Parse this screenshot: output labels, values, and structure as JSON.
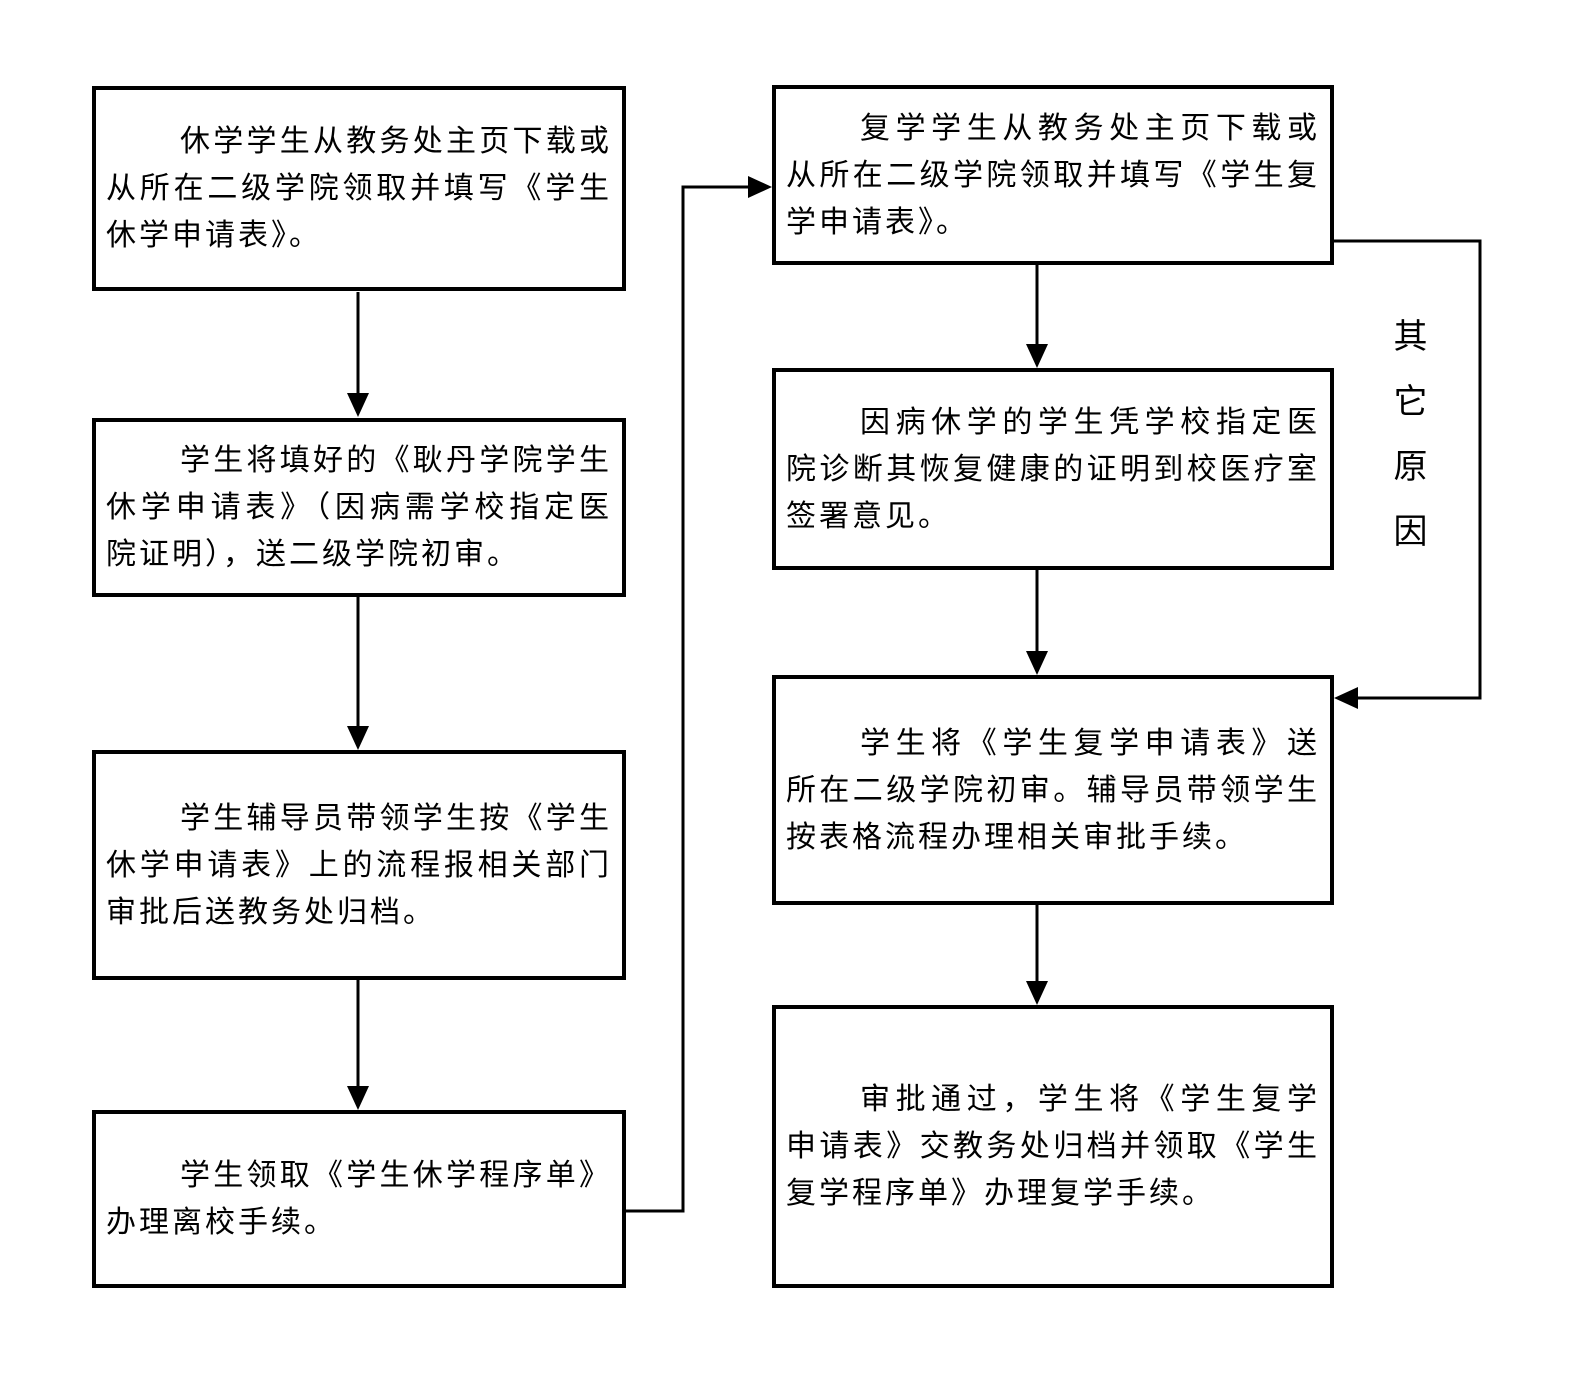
{
  "diagram": {
    "colors": {
      "ink": "#000000",
      "paper": "#ffffff"
    },
    "side_label": "其它原因",
    "left_flow": [
      {
        "text": "休学学生从教务处主页下载或从所在二级学院领取并填写《学生休学申请表》。"
      },
      {
        "text": "学生将填好的《耿丹学院学生休学申请表》（因病需学校指定医院证明），送二级学院初审。"
      },
      {
        "text": "学生辅导员带领学生按《学生休学申请表》上的流程报相关部门审批后送教务处归档。"
      },
      {
        "text": "学生领取《学生休学程序单》办理离校手续。"
      }
    ],
    "right_flow": [
      {
        "text": "复学学生从教务处主页下载或从所在二级学院领取并填写《学生复学申请表》。"
      },
      {
        "text": "因病休学的学生凭学校指定医院诊断其恢复健康的证明到校医疗室签署意见。"
      },
      {
        "text": "学生将《学生复学申请表》送所在二级学院初审。辅导员带领学生按表格流程办理相关审批手续。"
      },
      {
        "text": "审批通过，学生将《学生复学申请表》交教务处归档并领取《学生复学程序单》办理复学手续。"
      }
    ]
  }
}
